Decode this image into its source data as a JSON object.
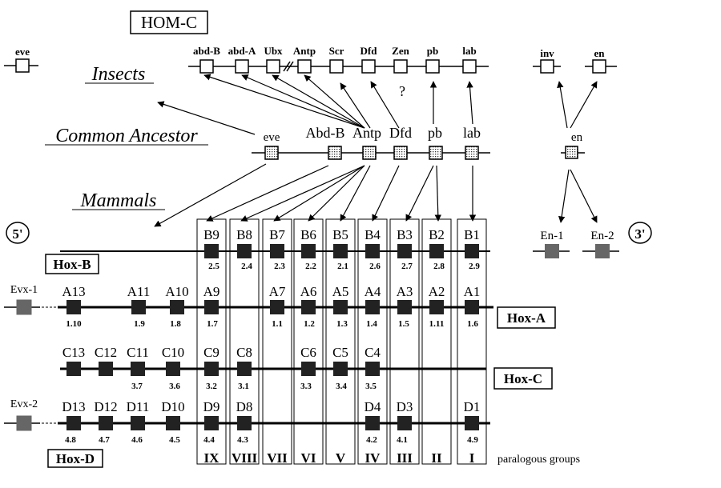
{
  "homc_label": "HOM-C",
  "insects_label": "Insects",
  "ancestor_label": "Common Ancestor",
  "mammals_label": "Mammals",
  "insect_eve": "eve",
  "insect_genes": [
    "abd-B",
    "abd-A",
    "Ubx",
    "Antp",
    "Scr",
    "Dfd",
    "Zen",
    "pb",
    "lab"
  ],
  "insect_question": "?",
  "insect_engrailed": [
    "inv",
    "en"
  ],
  "ancestor_genes": [
    "eve",
    "Abd-B",
    "Antp",
    "Dfd",
    "pb",
    "lab"
  ],
  "ancestor_en": "en",
  "five_prime": "5'",
  "three_prime": "3'",
  "en_mammal": [
    "En-1",
    "En-2"
  ],
  "hox_b": {
    "label": "Hox-B",
    "genes": [
      "B9",
      "B8",
      "B7",
      "B6",
      "B5",
      "B4",
      "B3",
      "B2",
      "B1"
    ],
    "numbers": [
      "2.5",
      "2.4",
      "2.3",
      "2.2",
      "2.1",
      "2.6",
      "2.7",
      "2.8",
      "2.9"
    ]
  },
  "hox_a": {
    "label": "Hox-A",
    "evx": "Evx-1",
    "genes": [
      "A13",
      "A11",
      "A10",
      "A9",
      "A7",
      "A6",
      "A5",
      "A4",
      "A3",
      "A2",
      "A1"
    ],
    "numbers": [
      "1.10",
      "1.9",
      "1.8",
      "1.7",
      "1.1",
      "1.2",
      "1.3",
      "1.4",
      "1.5",
      "1.11",
      "1.6"
    ]
  },
  "hox_c": {
    "label": "Hox-C",
    "genes": [
      "C13",
      "C12",
      "C11",
      "C10",
      "C9",
      "C8",
      "C6",
      "C5",
      "C4"
    ],
    "numbers": [
      "3.7",
      "3.6",
      "3.2",
      "3.1",
      "3.3",
      "3.4",
      "3.5"
    ]
  },
  "hox_d": {
    "label": "Hox-D",
    "evx": "Evx-2",
    "genes": [
      "D13",
      "D12",
      "D11",
      "D10",
      "D9",
      "D8",
      "D4",
      "D3",
      "D1"
    ],
    "numbers": [
      "4.8",
      "4.7",
      "4.6",
      "4.5",
      "4.4",
      "4.3",
      "4.2",
      "4.1",
      "4.9"
    ]
  },
  "paralogous_groups": [
    "IX",
    "VIII",
    "VII",
    "VI",
    "V",
    "IV",
    "III",
    "II",
    "I"
  ],
  "paralogous_label": "paralogous groups"
}
